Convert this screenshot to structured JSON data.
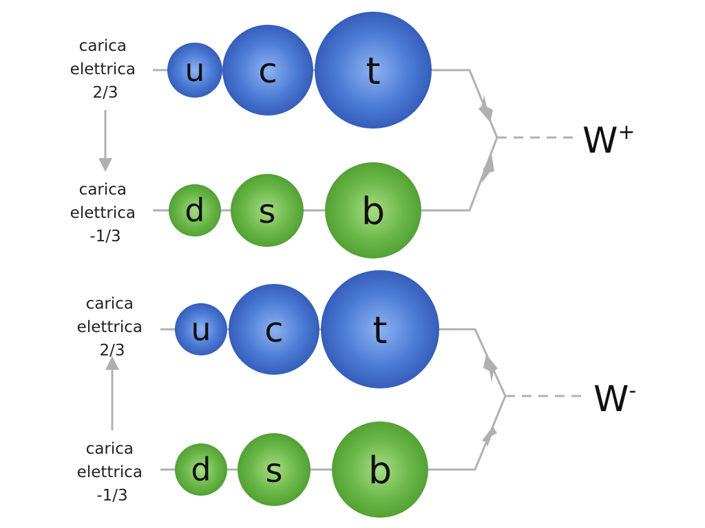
{
  "colors": {
    "up_type": "#3a67c4",
    "down_type": "#5aa63a",
    "line": "#b0b0b0",
    "text": "#111111"
  },
  "panels": [
    {
      "upper": {
        "label": [
          "carica",
          "elettrica",
          "2/3"
        ],
        "quarks": [
          "u",
          "c",
          "t"
        ]
      },
      "lower": {
        "label": [
          "carica",
          "elettrica",
          "-1/3"
        ],
        "quarks": [
          "d",
          "s",
          "b"
        ]
      },
      "charge_arrow": "down",
      "boson": {
        "symbol": "W",
        "superscript": "+"
      }
    },
    {
      "upper": {
        "label": [
          "carica",
          "elettrica",
          "2/3"
        ],
        "quarks": [
          "u",
          "c",
          "t"
        ]
      },
      "lower": {
        "label": [
          "carica",
          "elettrica",
          "-1/3"
        ],
        "quarks": [
          "d",
          "s",
          "b"
        ]
      },
      "charge_arrow": "up",
      "boson": {
        "symbol": "W",
        "superscript": "-"
      }
    }
  ]
}
